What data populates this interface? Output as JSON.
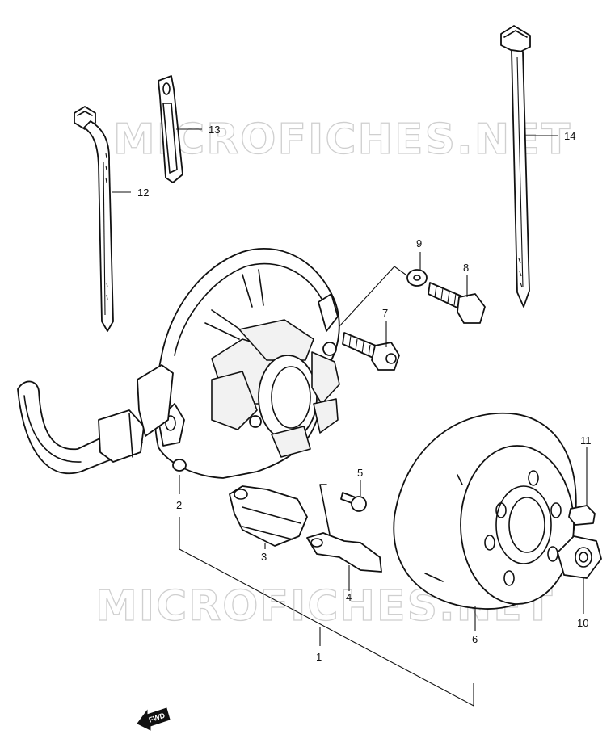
{
  "watermark": {
    "text": "MICROFICHES.NET"
  },
  "fwd_marker": {
    "label": "FWD"
  },
  "callouts": [
    {
      "id": "1",
      "label": "1"
    },
    {
      "id": "2",
      "label": "2"
    },
    {
      "id": "3",
      "label": "3"
    },
    {
      "id": "4",
      "label": "4"
    },
    {
      "id": "5",
      "label": "5"
    },
    {
      "id": "6",
      "label": "6"
    },
    {
      "id": "7",
      "label": "7"
    },
    {
      "id": "8",
      "label": "8"
    },
    {
      "id": "9",
      "label": "9"
    },
    {
      "id": "10",
      "label": "10"
    },
    {
      "id": "11",
      "label": "11"
    },
    {
      "id": "12",
      "label": "12"
    },
    {
      "id": "13",
      "label": "13"
    },
    {
      "id": "14",
      "label": "14"
    }
  ]
}
